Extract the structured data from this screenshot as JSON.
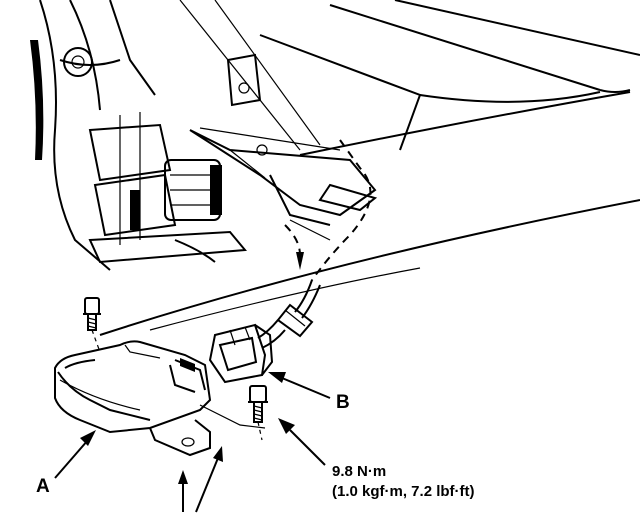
{
  "callouts": {
    "a": "A",
    "b": "B"
  },
  "torque": {
    "line1": "9.8 N·m",
    "line2": "(1.0 kgf·m, 7.2 lbf·ft)"
  },
  "colors": {
    "ink": "#000000",
    "paper": "#ffffff"
  }
}
